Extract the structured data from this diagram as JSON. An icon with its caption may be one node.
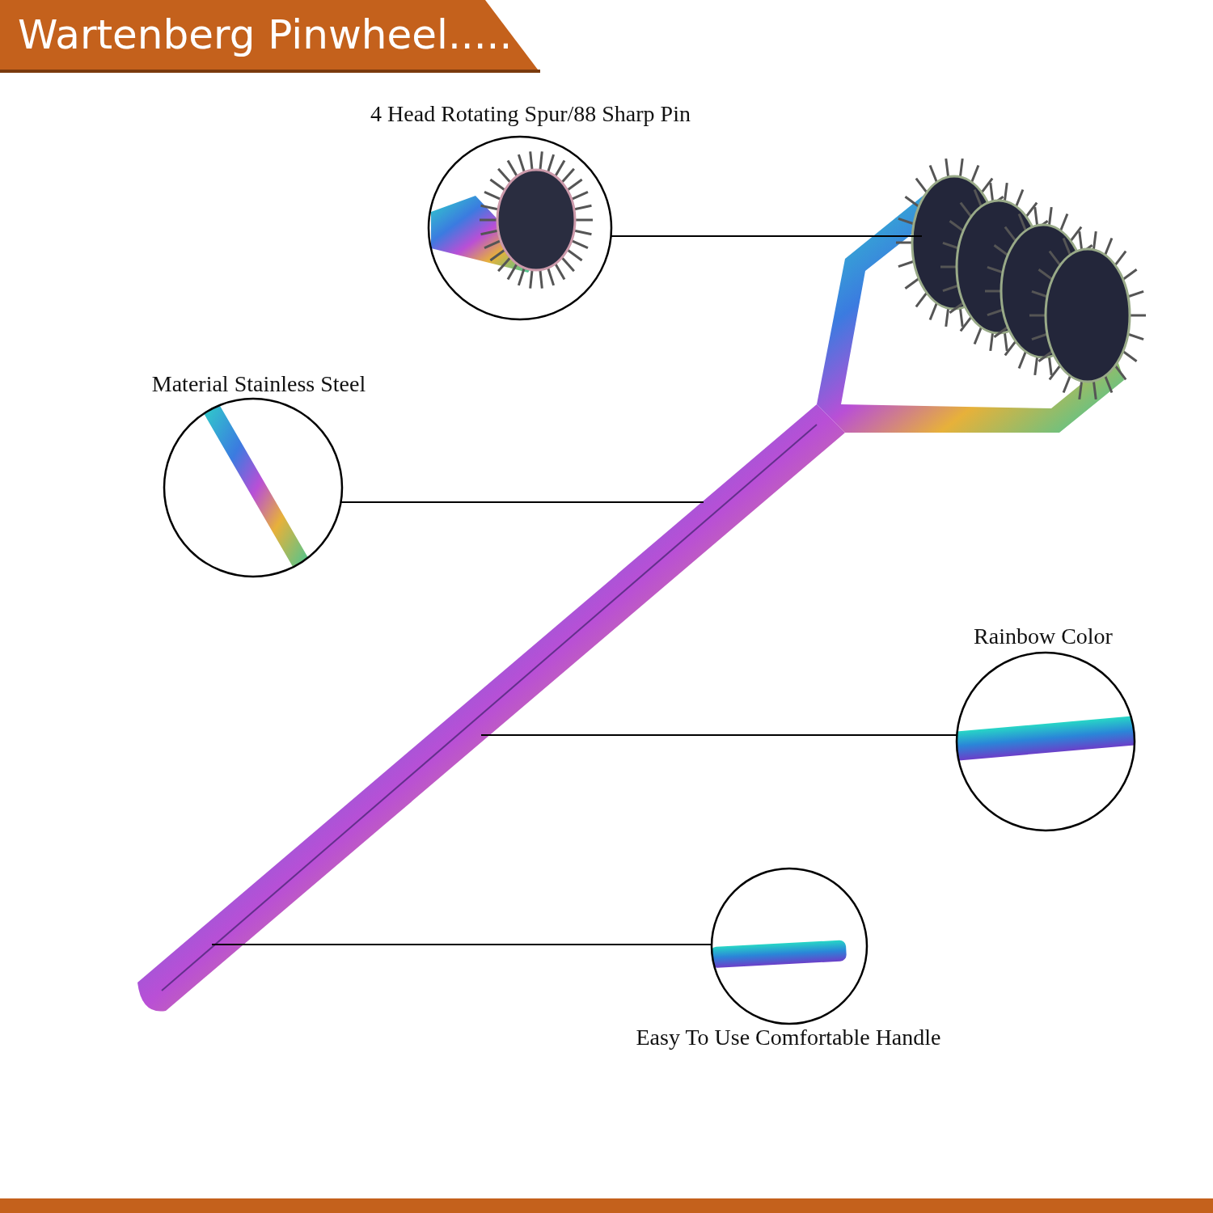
{
  "diagram": {
    "title": "Wartenberg Pinwheel.....",
    "nodes": [
      {
        "text": [
          "4 Head Rotating Spur/88 Sharp Pin"
        ]
      },
      {
        "text": [
          "Material Stainless Steel"
        ]
      },
      {
        "text": [
          "Rainbow Color"
        ]
      },
      {
        "text": [
          "Easy To Use Comfortable Handle"
        ]
      }
    ],
    "edges": [
      {
        "from": 0,
        "to": null,
        "arrow": "none"
      },
      {
        "from": 1,
        "to": null,
        "arrow": "none"
      },
      {
        "from": 2,
        "to": null,
        "arrow": "none"
      },
      {
        "from": 3,
        "to": null,
        "arrow": "none"
      }
    ]
  }
}
